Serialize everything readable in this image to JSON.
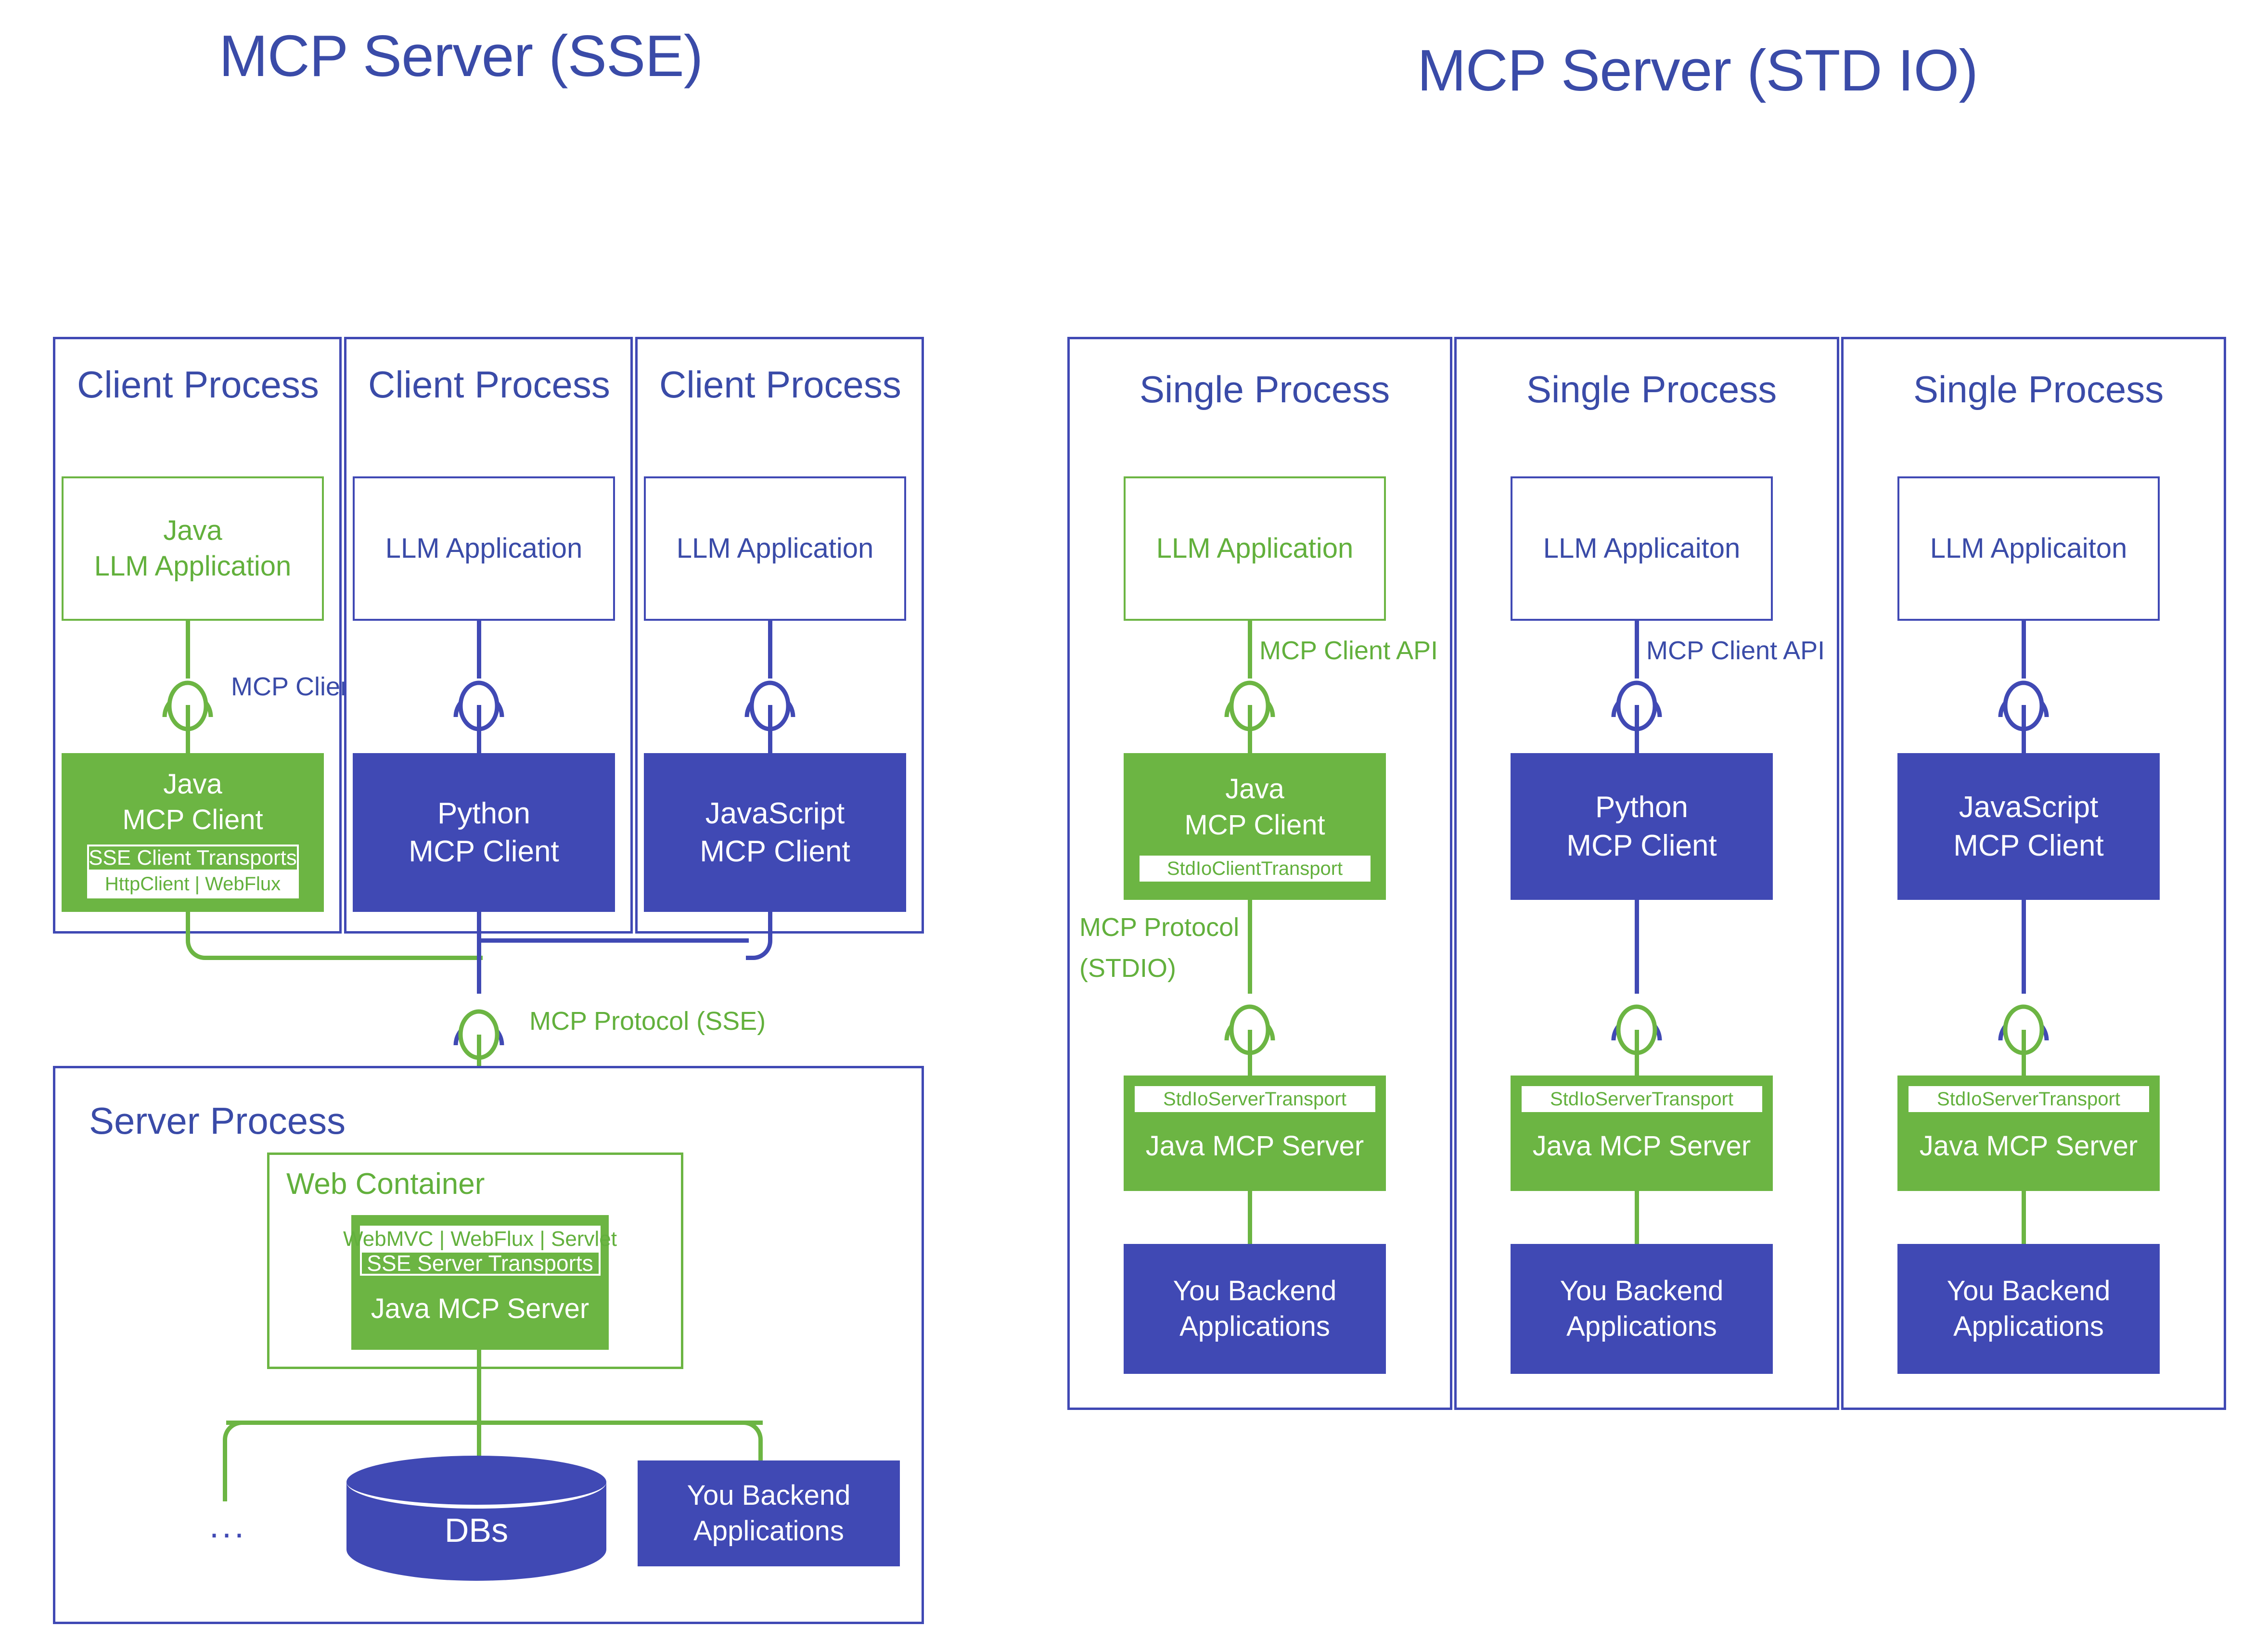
{
  "titles": {
    "left": "MCP Server (SSE)",
    "right": "MCP Server (STD IO)"
  },
  "colors": {
    "green": "#6CB543",
    "green_text": "#62B03C",
    "blue": "#4049B4",
    "blue_text": "#3A4BA8",
    "background": "#FFFFFF"
  },
  "sse": {
    "client_processes": [
      {
        "label": "Client Process",
        "app": {
          "line1": "Java",
          "line2": "LLM Application",
          "style": "outline-green"
        },
        "connector_label": "MCP Client API",
        "connector_style": "green",
        "client": {
          "line1": "Java",
          "line2": "MCP Client",
          "style": "fill-green",
          "transport_title": "SSE Client Transports",
          "transport_impl": "HttpClient | WebFlux"
        }
      },
      {
        "label": "Client Process",
        "app": {
          "line1": "",
          "line2": "LLM Application",
          "style": "outline-blue"
        },
        "connector_label": "",
        "connector_style": "blue",
        "client": {
          "line1": "Python",
          "line2": "MCP Client",
          "style": "fill-blue",
          "transport_title": "",
          "transport_impl": ""
        }
      },
      {
        "label": "Client Process",
        "app": {
          "line1": "",
          "line2": "LLM Application",
          "style": "outline-blue"
        },
        "connector_label": "",
        "connector_style": "blue",
        "client": {
          "line1": "JavaScript",
          "line2": "MCP Client",
          "style": "fill-blue",
          "transport_title": "",
          "transport_impl": ""
        }
      }
    ],
    "protocol_label": "MCP Protocol (SSE)",
    "server_process": {
      "label": "Server Process",
      "web_container": {
        "label": "Web Container",
        "server": {
          "transport_impl": "WebMVC | WebFlux | Servlet",
          "transport_title": "SSE Server Transports",
          "name": "Java MCP Server"
        }
      },
      "db": {
        "label": "DBs"
      },
      "backend": {
        "line1": "You Backend",
        "line2": "Applications"
      },
      "ellipsis": "..."
    }
  },
  "stdio": {
    "single_processes": [
      {
        "label": "Single Process",
        "app": {
          "text": "LLM Application",
          "style": "outline-green"
        },
        "client_api_label": "MCP Client API",
        "client_api_style": "green",
        "client": {
          "line1": "Java",
          "line2": "MCP Client",
          "style": "fill-green",
          "transport": "StdIoClientTransport",
          "transport_style": "white-bg"
        },
        "protocol_label_line1": "MCP Protocol",
        "protocol_label_line2": "(STDIO)",
        "protocol_style": "green",
        "socket_style": "green-green",
        "server": {
          "transport": "StdIoServerTransport",
          "transport_style": "white-bg",
          "name": "Java MCP Server"
        },
        "backend": {
          "line1": "You Backend",
          "line2": "Applications"
        }
      },
      {
        "label": "Single Process",
        "app": {
          "text": "LLM Applicaiton",
          "style": "outline-blue"
        },
        "client_api_label": "MCP Client API",
        "client_api_style": "blue",
        "client": {
          "line1": "Python",
          "line2": "MCP Client",
          "style": "fill-blue",
          "transport": "",
          "transport_style": ""
        },
        "protocol_label_line1": "",
        "protocol_label_line2": "",
        "protocol_style": "blue",
        "socket_style": "blue-green",
        "server": {
          "transport": "StdIoServerTransport",
          "transport_style": "white-bg",
          "name": "Java MCP Server"
        },
        "backend": {
          "line1": "You Backend",
          "line2": "Applications"
        }
      },
      {
        "label": "Single Process",
        "app": {
          "text": "LLM Applicaiton",
          "style": "outline-blue"
        },
        "client_api_label": "",
        "client_api_style": "blue",
        "client": {
          "line1": "JavaScript",
          "line2": "MCP Client",
          "style": "fill-blue",
          "transport": "",
          "transport_style": ""
        },
        "protocol_label_line1": "",
        "protocol_label_line2": "",
        "protocol_style": "blue",
        "socket_style": "blue-green",
        "server": {
          "transport": "StdIoServerTransport",
          "transport_style": "white-bg",
          "name": "Java MCP Server"
        },
        "backend": {
          "line1": "You Backend",
          "line2": "Applications"
        }
      }
    ]
  }
}
